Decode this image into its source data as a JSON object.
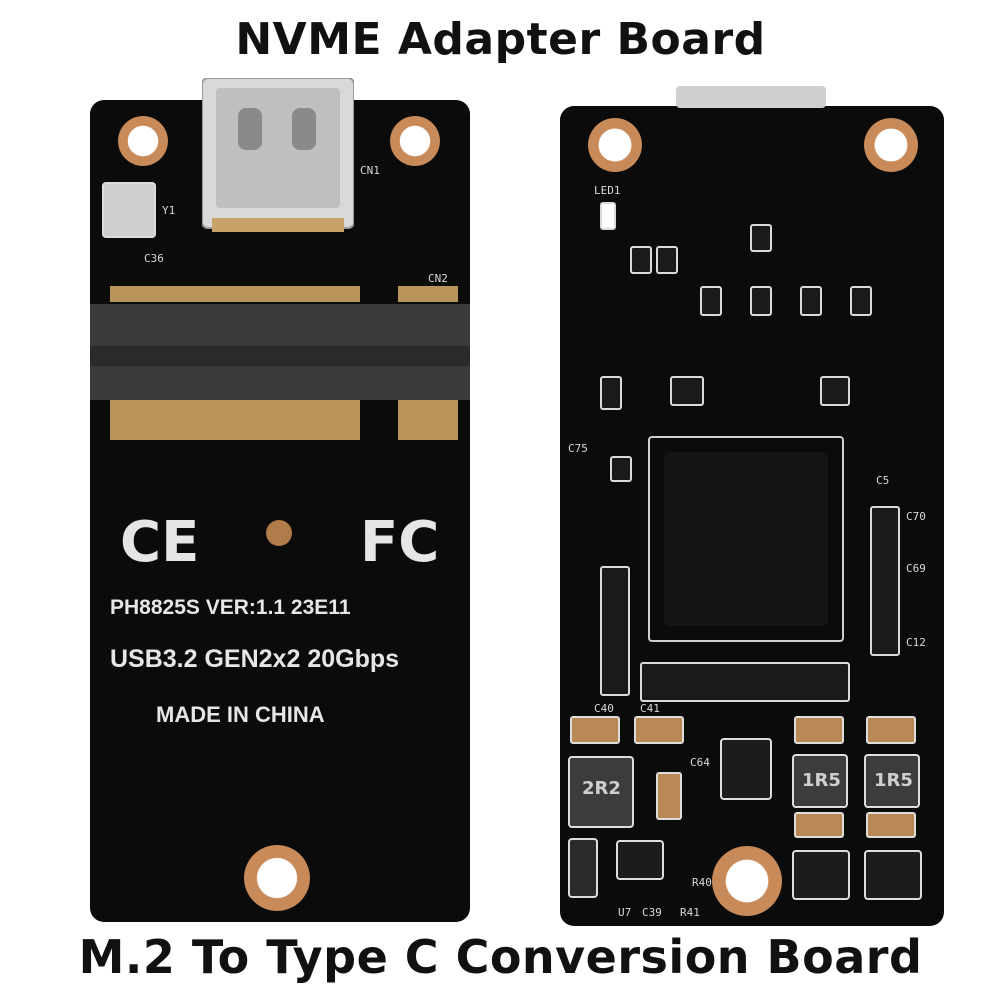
{
  "heading": {
    "top": "NVME Adapter Board",
    "bottom": "M.2 To Type C Conversion Board"
  },
  "front_board": {
    "marks": [
      "CE",
      "FC"
    ],
    "model_line": "PH8825S  VER:1.1  23E11",
    "spec_line": "USB3.2 GEN2x2 20Gbps",
    "origin_line": "MADE IN CHINA",
    "refs": [
      "CN1",
      "CN2",
      "Y1",
      "C36"
    ]
  },
  "back_board": {
    "inductors": [
      "2R2",
      "1R5",
      "1R5"
    ],
    "refs": [
      "LED1",
      "U7",
      "C39",
      "R41",
      "R40",
      "C64",
      "C41",
      "C40",
      "C75",
      "C70",
      "C69",
      "C12",
      "C5"
    ]
  },
  "colors": {
    "pcb": "#0b0b0b",
    "silkscreen": "#e6e6e6",
    "gold": "#c88a58",
    "connector_gray": "#3a3a3a"
  }
}
